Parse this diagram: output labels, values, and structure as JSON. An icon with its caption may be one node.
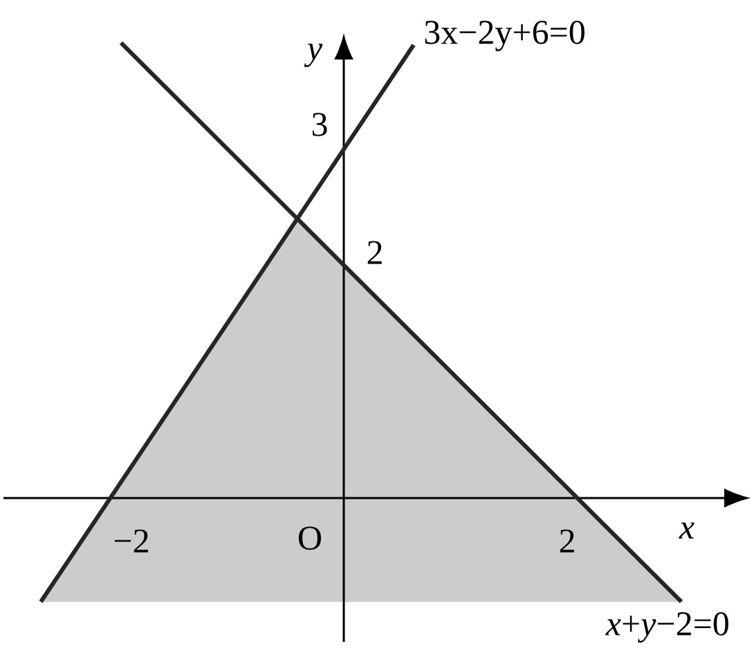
{
  "diagram": {
    "labels": [
      "*y*",
      "3x−2y+6=0",
      "3",
      "2",
      "−2",
      "O",
      "2",
      "*x*",
      "*x*+*y*−2=0"
    ]
  }
}
